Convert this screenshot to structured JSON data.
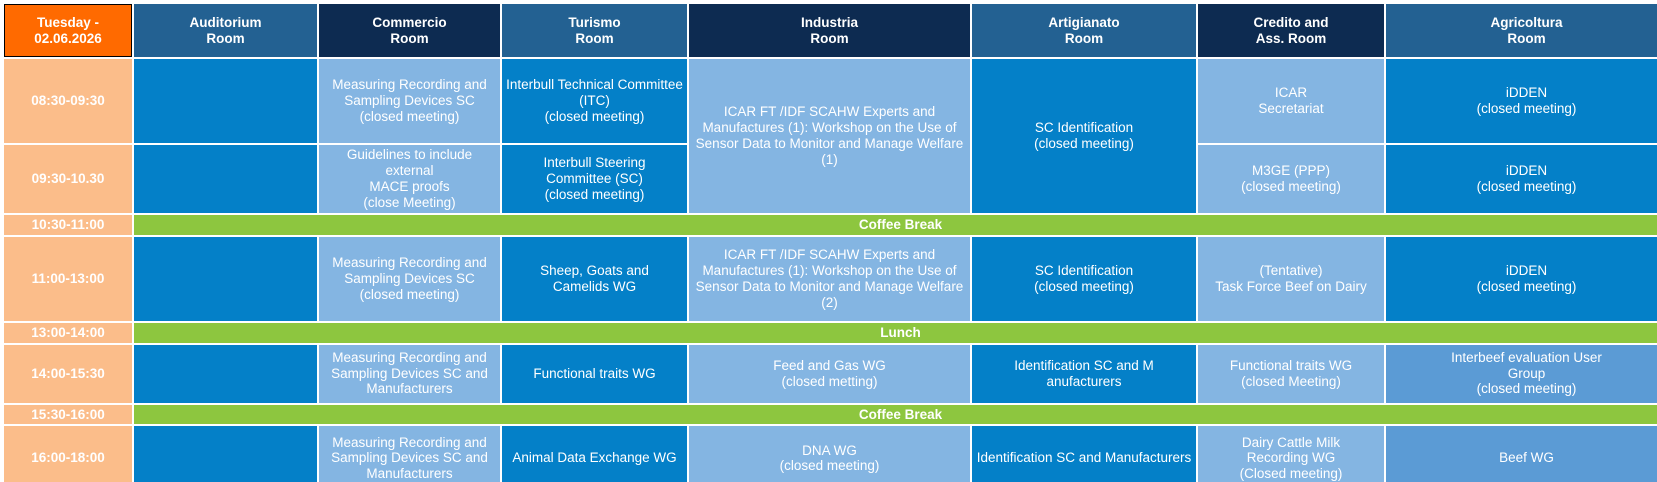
{
  "meta": {
    "day_label_line1": "Tuesday -",
    "day_label_line2": "02.06.2026"
  },
  "colors": {
    "day_header_bg": "#ff6a00",
    "room_header_dark": "#0d2b51",
    "room_header_mid": "#236192",
    "room_header_text": "#ff6a00",
    "time_cell_bg": "#fbbd8a",
    "session_dark_blue": "#0480c8",
    "session_light_blue": "#84b5e2",
    "session_mid_blue": "#5b9bd5",
    "break_bg": "#8dc63f",
    "break_text": "#ffffff",
    "session_text": "#ffffff"
  },
  "columns": [
    {
      "key": "time",
      "label": "",
      "header_style": "day"
    },
    {
      "key": "auditorium",
      "label": "Auditorium\nRoom",
      "line1": "Auditorium",
      "line2": "Room",
      "header_style": "mid"
    },
    {
      "key": "commercio",
      "label": "Commercio\nRoom",
      "line1": "Commercio",
      "line2": "Room",
      "header_style": "dark"
    },
    {
      "key": "turismo",
      "label": "Turismo\nRoom",
      "line1": "Turismo",
      "line2": "Room",
      "header_style": "mid"
    },
    {
      "key": "industria",
      "label": "Industria\nRoom",
      "line1": "Industria",
      "line2": "Room",
      "header_style": "dark"
    },
    {
      "key": "artigianato",
      "label": "Artigianato\nRoom",
      "line1": "Artigianato",
      "line2": "Room",
      "header_style": "mid"
    },
    {
      "key": "credito",
      "label": "Credito and\nAss. Room",
      "line1": "Credito and",
      "line2": "Ass. Room",
      "header_style": "dark"
    },
    {
      "key": "agricoltura",
      "label": "Agricoltura\nRoom",
      "line1": "Agricoltura",
      "line2": "Room",
      "header_style": "mid"
    }
  ],
  "rows": [
    {
      "type": "sessions",
      "time": "08:30-09:30",
      "cells": {
        "auditorium": {
          "text": "",
          "style": "dark"
        },
        "commercio": {
          "text": "Measuring Recording and\nSampling Devices SC\n(closed meeting)",
          "style": "light"
        },
        "turismo": {
          "text": "Interbull Technical Committee\n(ITC)\n(closed meeting)",
          "style": "dark"
        },
        "industria": {
          "text": "ICAR FT /IDF SCAHW Experts and\nManufactures (1): Workshop on the Use of\nSensor Data to Monitor and Manage Welfare\n(1)",
          "style": "light",
          "rowspan": 2
        },
        "artigianato": {
          "text": "SC Identification\n(closed meeting)",
          "style": "dark",
          "rowspan": 2
        },
        "credito": {
          "text": "ICAR\nSecretariat",
          "style": "light"
        },
        "agricoltura": {
          "text": "iDDEN\n(closed meeting)",
          "style": "dark"
        }
      }
    },
    {
      "type": "sessions",
      "time": "09:30-10.30",
      "cells": {
        "auditorium": {
          "text": "",
          "style": "dark"
        },
        "commercio": {
          "text": "Guidelines to include external\nMACE proofs\n(close Meeting)",
          "style": "light"
        },
        "turismo": {
          "text": "Interbull Steering\nCommittee (SC)\n(closed meeting)",
          "style": "dark"
        },
        "credito": {
          "text": "M3GE (PPP)\n(closed meeting)",
          "style": "light"
        },
        "agricoltura": {
          "text": "iDDEN\n(closed meeting)",
          "style": "dark"
        }
      }
    },
    {
      "type": "break",
      "time": "10:30-11:00",
      "label": "Coffee Break"
    },
    {
      "type": "sessions",
      "time": "11:00-13:00",
      "cells": {
        "auditorium": {
          "text": "",
          "style": "dark"
        },
        "commercio": {
          "text": "Measuring Recording and\nSampling Devices SC\n(closed meeting)",
          "style": "light"
        },
        "turismo": {
          "text": "Sheep, Goats and\nCamelids WG",
          "style": "dark"
        },
        "industria": {
          "text": "ICAR FT /IDF SCAHW Experts and\nManufactures (1): Workshop on the Use of\nSensor Data to Monitor and Manage Welfare\n(2)",
          "style": "light"
        },
        "artigianato": {
          "text": "SC Identification\n(closed meeting)",
          "style": "dark"
        },
        "credito": {
          "text": "(Tentative)\nTask Force Beef on Dairy",
          "style": "light"
        },
        "agricoltura": {
          "text": "iDDEN\n(closed meeting)",
          "style": "dark"
        }
      }
    },
    {
      "type": "break",
      "time": "13:00-14:00",
      "label": "Lunch"
    },
    {
      "type": "sessions",
      "time": "14:00-15:30",
      "cells": {
        "auditorium": {
          "text": "",
          "style": "dark"
        },
        "commercio": {
          "text": "Measuring Recording and\nSampling Devices SC and\nManufacturers",
          "style": "light"
        },
        "turismo": {
          "text": "Functional traits WG",
          "style": "dark"
        },
        "industria": {
          "text": "Feed and Gas WG\n(closed metting)",
          "style": "light"
        },
        "artigianato": {
          "text": "Identification SC and M\nanufacturers",
          "style": "dark"
        },
        "credito": {
          "text": "Functional traits WG\n(closed Meeting)",
          "style": "light"
        },
        "agricoltura": {
          "text": "Interbeef  evaluation User\nGroup\n(closed meeting)",
          "style": "mid"
        }
      }
    },
    {
      "type": "break",
      "time": "15:30-16:00",
      "label": "Coffee Break"
    },
    {
      "type": "sessions",
      "time": "16:00-18:00",
      "cells": {
        "auditorium": {
          "text": "",
          "style": "dark"
        },
        "commercio": {
          "text": "Measuring Recording and\nSampling Devices SC and\nManufacturers",
          "style": "light"
        },
        "turismo": {
          "text": "Animal Data  Exchange WG",
          "style": "dark"
        },
        "industria": {
          "text": "DNA WG\n(closed meeting)",
          "style": "light"
        },
        "artigianato": {
          "text": "Identification SC  and Manufacturers",
          "style": "dark"
        },
        "credito": {
          "text": "Dairy Cattle Milk\nRecording WG\n(Closed meeting)",
          "style": "light"
        },
        "agricoltura": {
          "text": "Beef WG",
          "style": "mid"
        }
      }
    }
  ]
}
